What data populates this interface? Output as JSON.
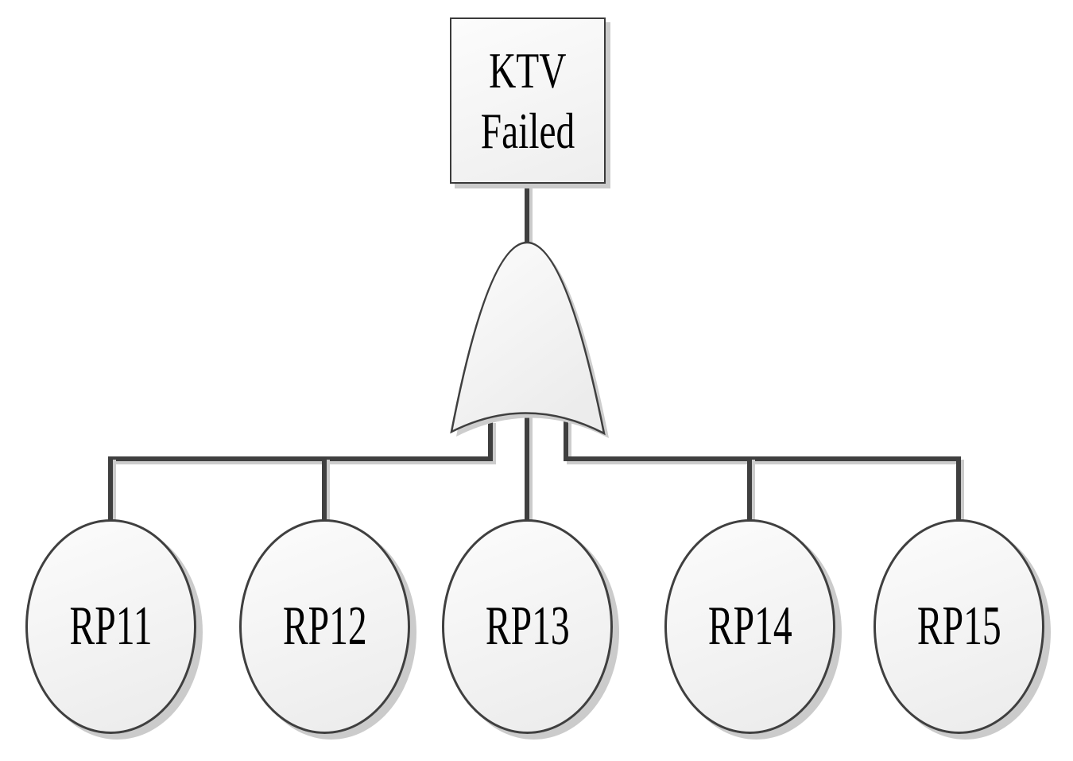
{
  "diagram": {
    "type": "fault-tree",
    "top_event": {
      "line1": "KTV",
      "line2": "Failed"
    },
    "gate": {
      "type": "OR"
    },
    "basic_events": [
      {
        "label": "RP11"
      },
      {
        "label": "RP12"
      },
      {
        "label": "RP13"
      },
      {
        "label": "RP14"
      },
      {
        "label": "RP15"
      }
    ],
    "colors": {
      "line": "#3f3f3f",
      "node_border": "#3a3a3a",
      "shadow": "#cbcbcb",
      "fill_light": "#fcfcfc",
      "fill_dark": "#ebebeb",
      "text": "#000000",
      "background": "#ffffff"
    }
  }
}
